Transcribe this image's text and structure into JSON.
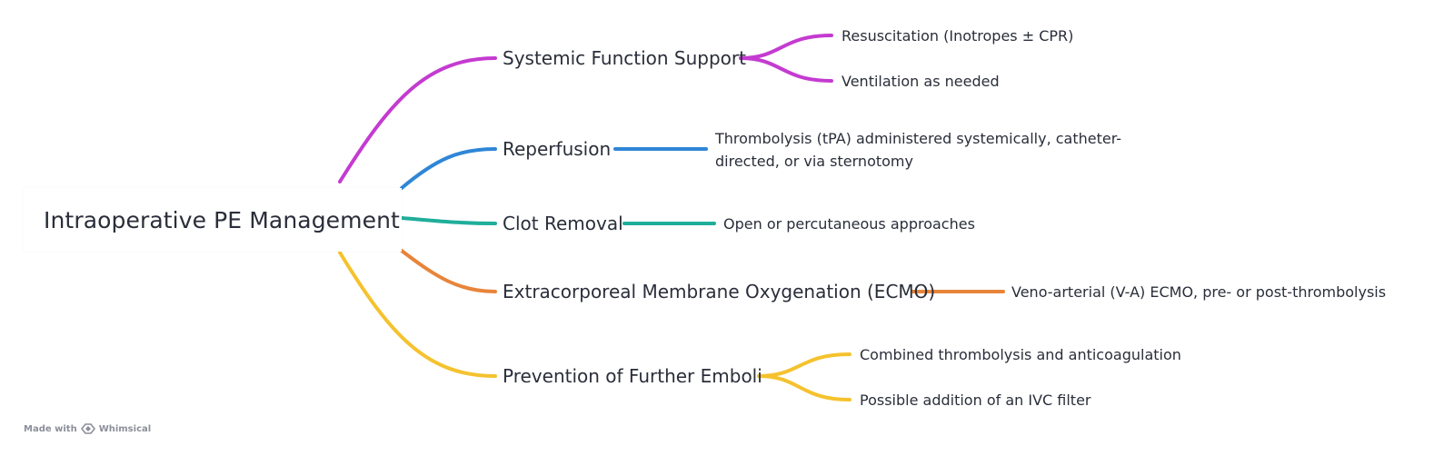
{
  "root": {
    "label": "Intraoperative PE Management"
  },
  "branches": [
    {
      "label": "Systemic Function Support",
      "color": "#c43bd1",
      "children": [
        "Resuscitation (Inotropes ± CPR)",
        "Ventilation as needed"
      ]
    },
    {
      "label": "Reperfusion",
      "color": "#2f86d6",
      "children": [
        "Thrombolysis (tPA) administered systemically, catheter-directed, or via sternotomy"
      ]
    },
    {
      "label": "Clot Removal",
      "color": "#1fae9a",
      "children": [
        "Open or percutaneous approaches"
      ]
    },
    {
      "label": "Extracorporeal Membrane Oxygenation (ECMO)",
      "color": "#e8843a",
      "children": [
        "Veno-arterial (V-A) ECMO, pre- or post-thrombolysis"
      ]
    },
    {
      "label": "Prevention of Further Emboli",
      "color": "#f5c22e",
      "children": [
        "Combined thrombolysis and anticoagulation",
        "Possible addition of an IVC filter"
      ]
    }
  ],
  "footer": {
    "made_with": "Made with",
    "brand": "Whimsical"
  }
}
